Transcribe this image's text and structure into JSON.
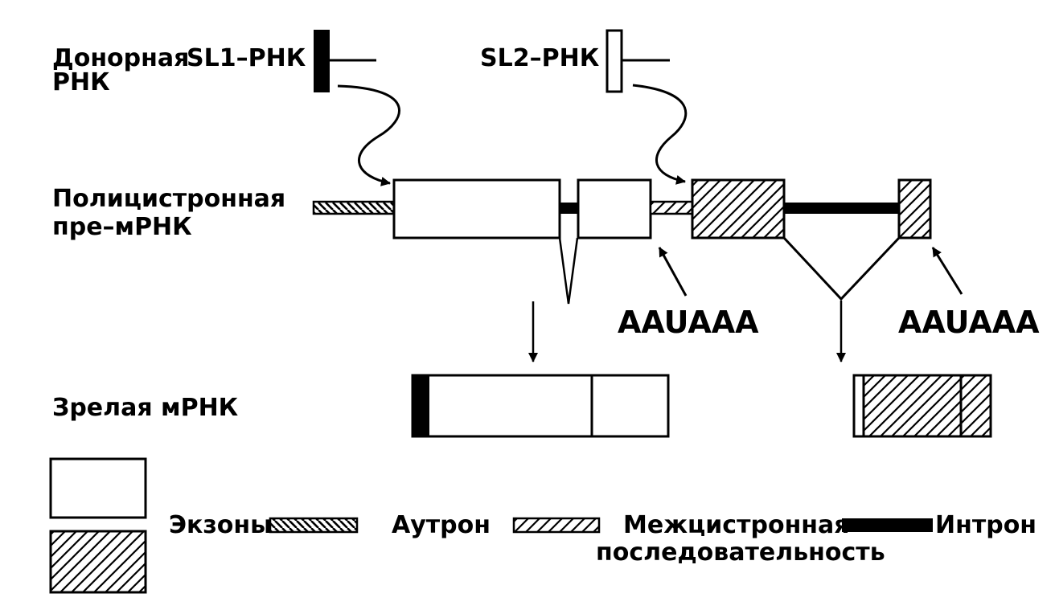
{
  "colors": {
    "ink": "#000000",
    "paper": "#ffffff"
  },
  "labels": {
    "donor_line1": "Донорная",
    "donor_line2": "РНК",
    "sl1": "SL1–РНК",
    "sl2": "SL2–РНК",
    "polycistronic_line1": "Полицистронная",
    "polycistronic_line2": "пре–мРНК",
    "polya_signal_1": "AAUAAA",
    "polya_signal_2": "AAUAAA",
    "mature_mrna": "Зрелая мРНК"
  },
  "legend": {
    "exons": "Экзоны",
    "outron": "Аутрон",
    "intercistronic_line1": "Межцистронная",
    "intercistronic_line2": "последовательность",
    "intron": "Интрон"
  }
}
